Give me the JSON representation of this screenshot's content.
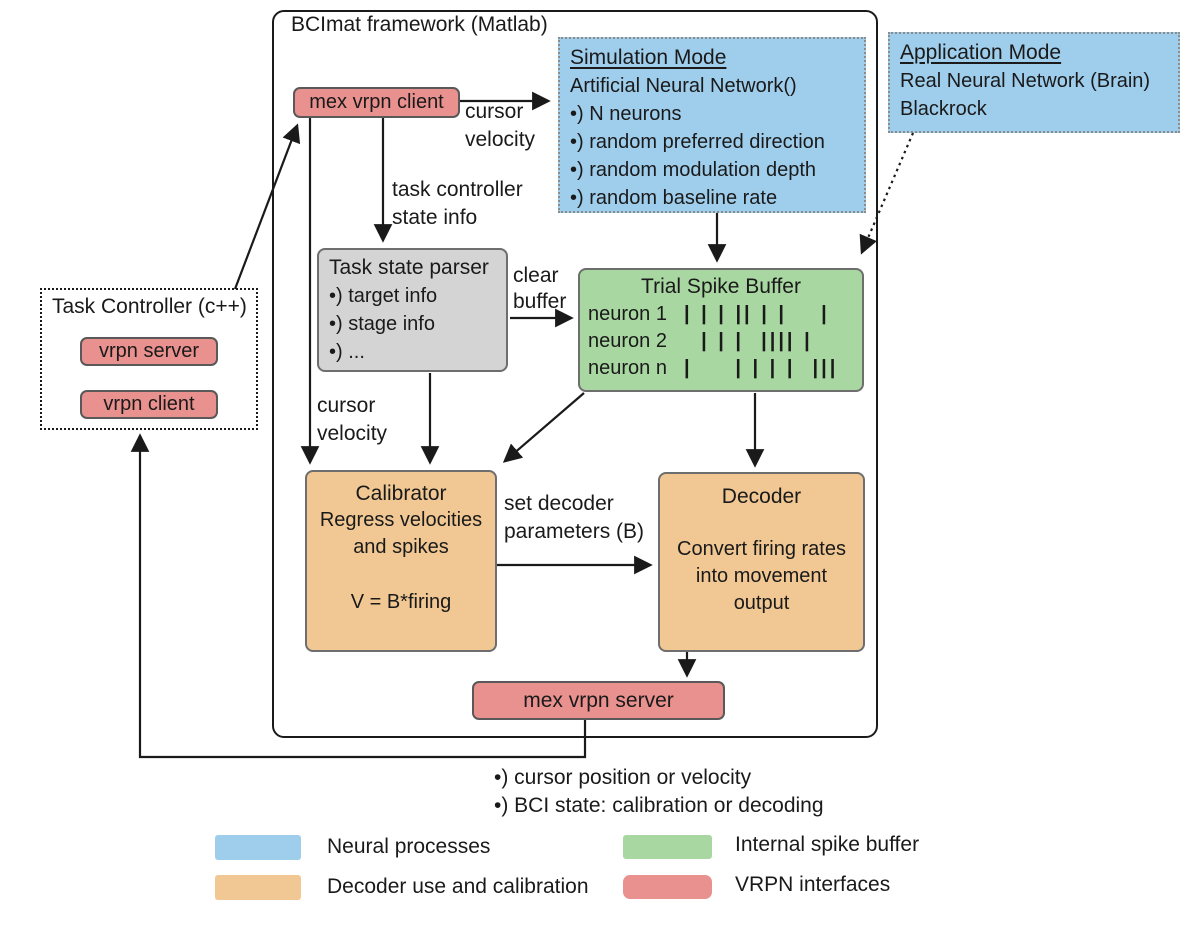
{
  "colors": {
    "blue": "#9fcdec",
    "green": "#a9d7a2",
    "orange": "#f1c893",
    "red": "#e9918e",
    "gray": "#d4d4d4",
    "line": "#1a1a1a"
  },
  "frame": {
    "title": "BCImat framework (Matlab)"
  },
  "nodes": {
    "mex_vrpn_client": {
      "label": "mex vrpn client"
    },
    "simulation_mode": {
      "title": "Simulation Mode",
      "lines": [
        "Artificial Neural Network()",
        "•)  N neurons",
        "•)  random preferred direction",
        "•)  random modulation depth",
        "•)  random baseline rate"
      ]
    },
    "application_mode": {
      "title": "Application Mode",
      "lines": [
        "Real Neural Network (Brain)",
        "Blackrock"
      ]
    },
    "task_state_parser": {
      "title": "Task state parser",
      "lines": [
        "•) target info",
        "•) stage info",
        "•) ..."
      ]
    },
    "trial_spike_buffer": {
      "title": "Trial Spike Buffer",
      "rows": [
        {
          "label": "neuron 1",
          "spikes": "| | | || | |    |"
        },
        {
          "label": "neuron 2",
          "spikes": "  | | |  |||| |"
        },
        {
          "label": "neuron n",
          "spikes": "|     | | | |  |||"
        }
      ]
    },
    "task_controller": {
      "title": "Task Controller (c++)",
      "children": [
        "vrpn server",
        "vrpn client"
      ]
    },
    "calibrator": {
      "title": "Calibrator",
      "lines": [
        "Regress velocities and spikes",
        "V = B*firing"
      ]
    },
    "decoder": {
      "title": "Decoder",
      "lines": [
        "Convert firing rates into movement output"
      ]
    },
    "mex_vrpn_server": {
      "label": "mex vrpn server"
    }
  },
  "edge_labels": {
    "cursor_velocity_top": [
      "cursor",
      "velocity"
    ],
    "task_controller_state_info": [
      "task controller",
      "state info"
    ],
    "clear_buffer": [
      "clear",
      "buffer"
    ],
    "cursor_velocity_left": [
      "cursor",
      "velocity"
    ],
    "set_decoder_parameters": [
      "set decoder",
      "parameters (B)"
    ]
  },
  "outputs": [
    "•) cursor position or velocity",
    "•) BCI state: calibration or decoding"
  ],
  "legend": [
    {
      "label": "Neural processes",
      "color": "#9fcdec"
    },
    {
      "label": "Decoder use and calibration",
      "color": "#f1c893"
    },
    {
      "label": "Internal spike buffer",
      "color": "#a9d7a2"
    },
    {
      "label": "VRPN interfaces",
      "color": "#e9918e"
    }
  ]
}
